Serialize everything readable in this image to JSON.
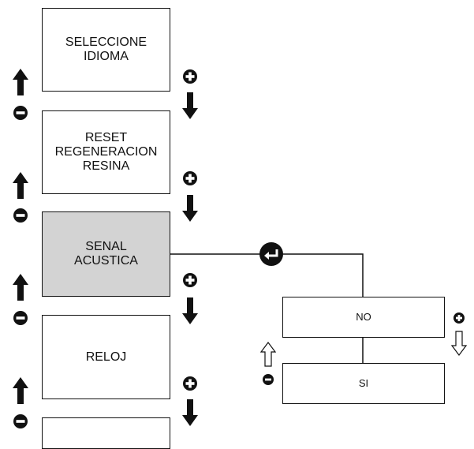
{
  "menu_items": [
    {
      "lines": [
        "SELECCIONE",
        "IDIOMA"
      ],
      "selected": false
    },
    {
      "lines": [
        "RESET",
        "REGENERACION",
        "RESINA"
      ],
      "selected": false
    },
    {
      "lines": [
        "SENAL",
        "ACUSTICA"
      ],
      "selected": true
    },
    {
      "lines": [
        "RELOJ"
      ],
      "selected": false
    },
    {
      "lines": [],
      "selected": false
    }
  ],
  "options": {
    "no_label": "NO",
    "si_label": "SI"
  },
  "icons": {
    "up_arrow": "up-arrow-icon",
    "down_arrow": "down-arrow-icon",
    "minus": "minus-icon",
    "plus": "plus-icon",
    "enter": "enter-icon"
  },
  "colors": {
    "selected_fill": "#d3d3d3",
    "ink": "#111111"
  }
}
